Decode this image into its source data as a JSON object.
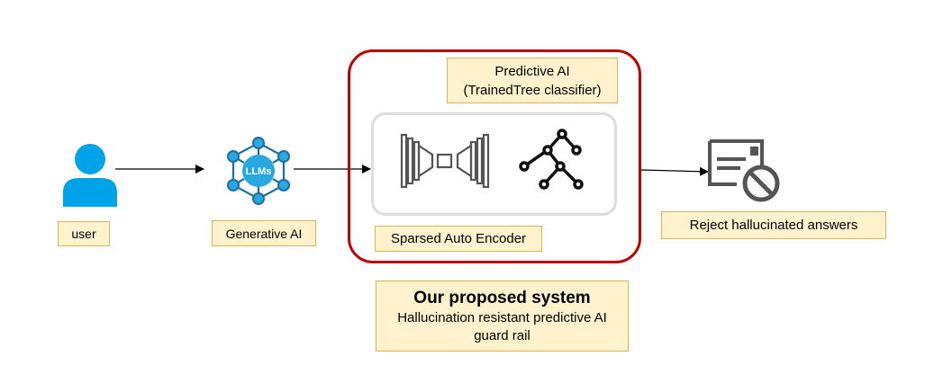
{
  "user": {
    "label": "user",
    "icon": "user-icon"
  },
  "llm": {
    "label": "Generative AI",
    "icon_text": "LLMs",
    "icon": "llm-network-icon"
  },
  "system": {
    "predictive_title": "Predictive AI",
    "predictive_sub": "(TrainedTree classifier)",
    "encoder_label": "Sparsed Auto Encoder",
    "autoencoder_icon": "autoencoder-icon",
    "tree_icon": "decision-tree-icon"
  },
  "reject": {
    "label": "Reject hallucinated answers",
    "icon": "reject-mail-icon"
  },
  "proposed": {
    "title": "Our proposed system",
    "line1": "Hallucination resistant predictive AI",
    "line2": "guard rail"
  },
  "colors": {
    "user_blue": "#00a2e8",
    "llm_blue": "#29a8e0",
    "llm_dark": "#1b6fa8",
    "system_border": "#c00000",
    "label_fill": "#fff2cc",
    "label_border": "#d6b656",
    "inner_border": "#dddddd",
    "icon_gray": "#555555"
  }
}
